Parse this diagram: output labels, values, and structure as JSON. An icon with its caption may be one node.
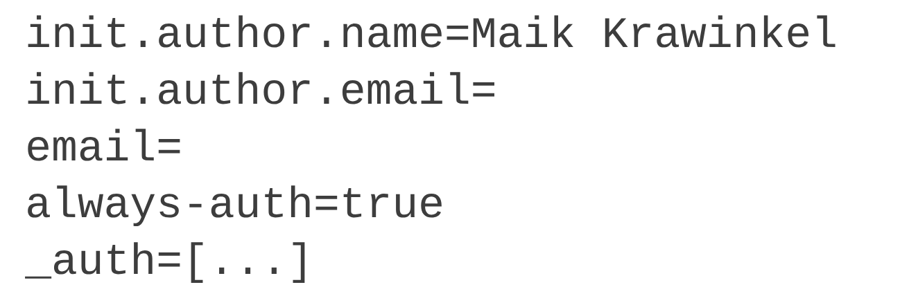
{
  "diagram": {
    "labels": [
      "init.author.name=Maik Krawinkel",
      "init.author.email=",
      "email=",
      "always-auth=true",
      "_auth=[...]"
    ]
  }
}
